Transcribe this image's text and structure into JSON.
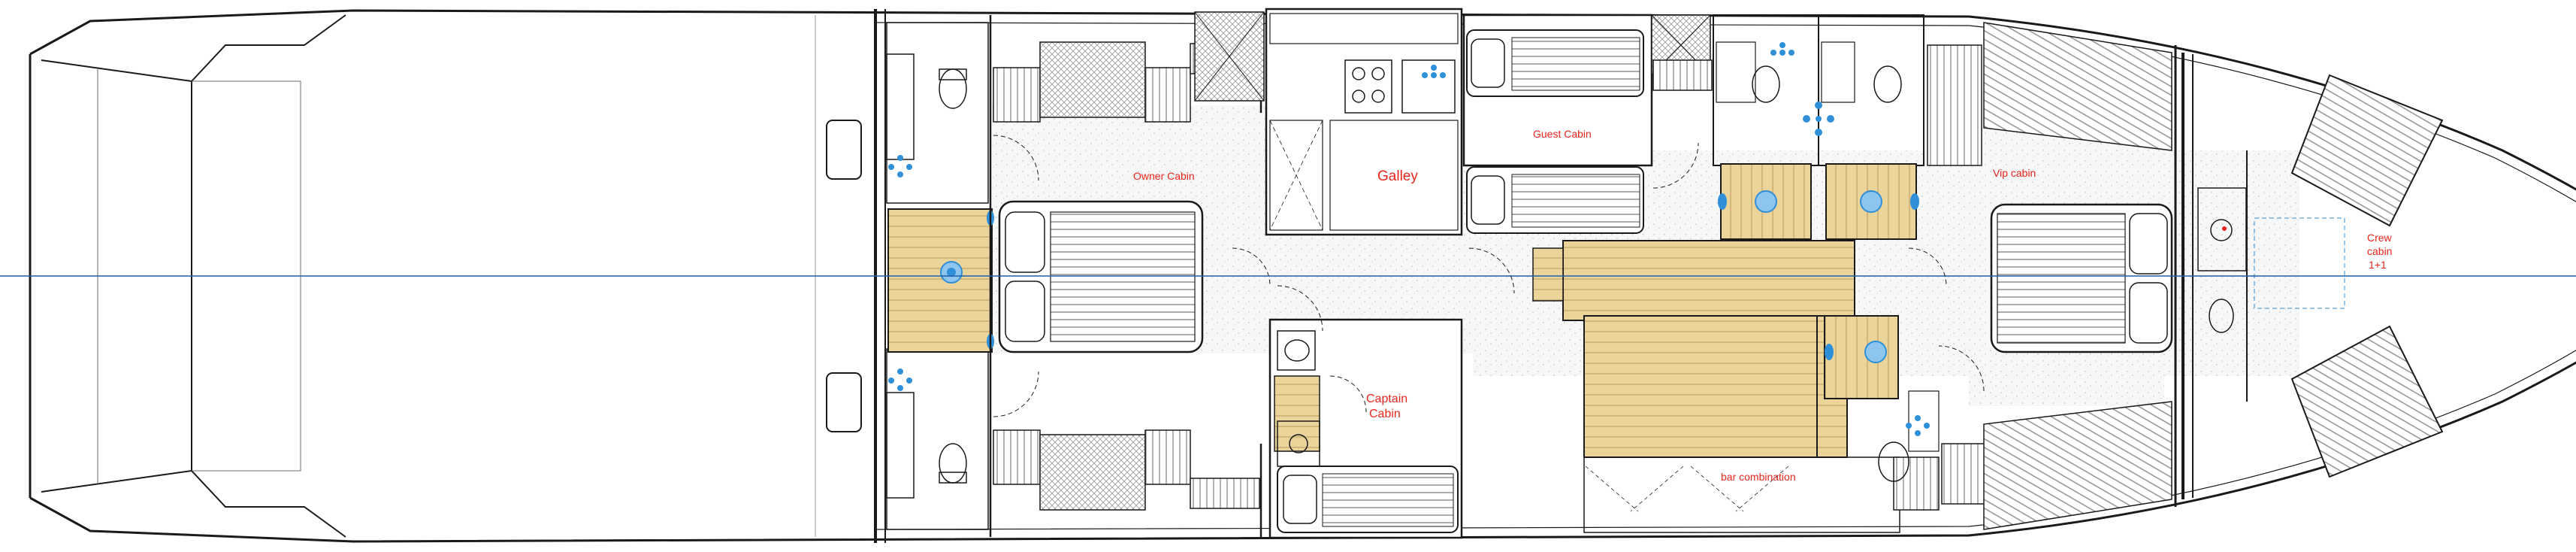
{
  "plan": {
    "title": "",
    "colors": {
      "line": "#1a1a1a",
      "thin": "#6e6e6e",
      "hatch": "#8a8a8a",
      "teak": "#ead49a",
      "teak_line": "#b9985a",
      "fixture_blue": "#2f8fd8",
      "fixture_blue_light": "#8ec5ee",
      "label_red": "#e8261c",
      "centerline": "#1f5fa8",
      "floor_stipple": "#dedede"
    },
    "rooms": {
      "owner_cabin": "Owner Cabin",
      "galley": "Galley",
      "guest_cabin": "Guest Cabin",
      "vip_cabin": "Vip cabin",
      "crew_cabin_line1": "Crew",
      "crew_cabin_line2": "cabin",
      "crew_cabin_line3": "1+1",
      "captain_cabin_line1": "Captain",
      "captain_cabin_line2": "Cabin",
      "bar_combination": "bar combination"
    }
  }
}
